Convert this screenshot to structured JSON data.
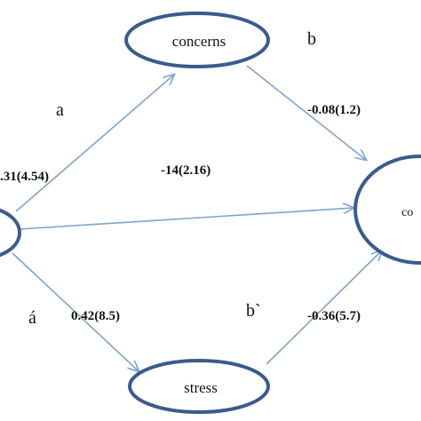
{
  "diagram": {
    "colors": {
      "node_border": "#3b5b8c",
      "arrow": "#7fa3cf",
      "text": "#111111",
      "background": "#ffffff"
    },
    "nodes": {
      "concerns": {
        "label": "concerns"
      },
      "stress": {
        "label": "stress"
      },
      "outcome": {
        "label": "co"
      }
    },
    "path_letters": {
      "a": "a",
      "b": "b",
      "a_prime": "á",
      "b_prime": "b`"
    },
    "edges": {
      "left_to_concerns": {
        "coefficient": ".31(4.54)"
      },
      "concerns_to_outcome": {
        "coefficient": "-0.08(1.2)"
      },
      "left_to_outcome": {
        "coefficient": "-14(2.16)"
      },
      "left_to_stress": {
        "coefficient": "0.42(8.5)"
      },
      "stress_to_outcome": {
        "coefficient": "-0.36(5.7)"
      }
    }
  }
}
